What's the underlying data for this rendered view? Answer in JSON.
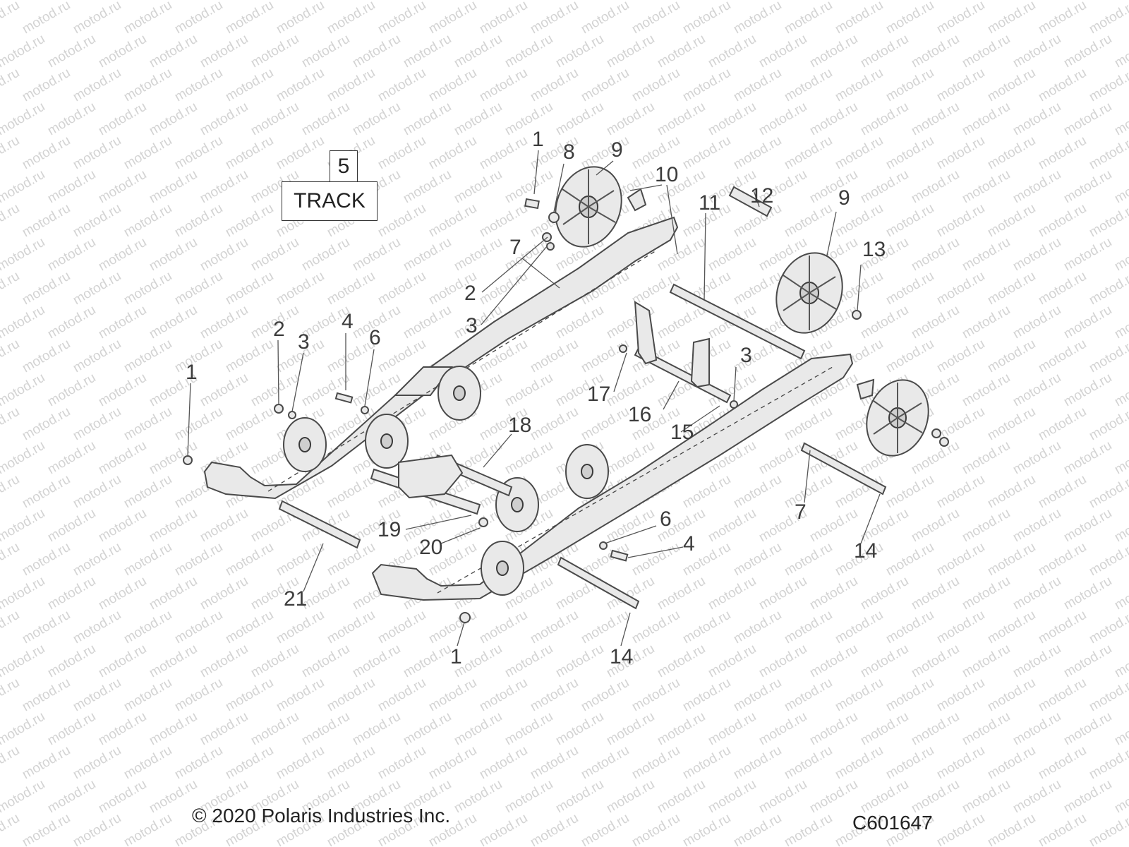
{
  "watermark": "motod.ru",
  "reference_box": {
    "number": "5",
    "label": "TRACK"
  },
  "callouts": [
    "1",
    "8",
    "9",
    "10",
    "11",
    "12",
    "9",
    "13",
    "7",
    "2",
    "3",
    "2",
    "3",
    "4",
    "6",
    "1",
    "17",
    "16",
    "3",
    "15",
    "18",
    "19",
    "20",
    "6",
    "4",
    "7",
    "14",
    "21",
    "1",
    "14"
  ],
  "footer": {
    "copyright": "© 2020 Polaris Industries Inc.",
    "figure_code": "C601647"
  }
}
